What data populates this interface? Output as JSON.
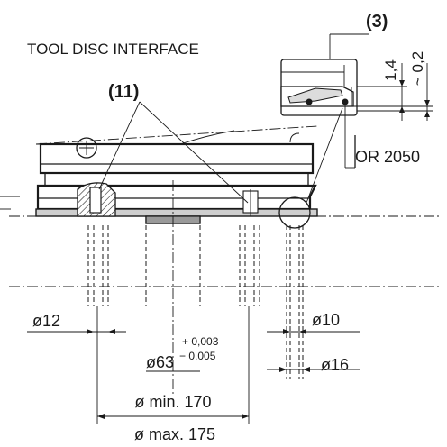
{
  "title": "TOOL DISC INTERFACE",
  "callouts": {
    "detail_ref": "(3)",
    "pin_ref": "(11)",
    "oring": "OR 2050"
  },
  "dimensions": {
    "d12": "ø12",
    "d10": "ø10",
    "d16": "ø16",
    "d63": "ø63",
    "tol_upper": "+ 0,003",
    "tol_lower": "− 0,005",
    "min170": "ø min. 170",
    "max175": "ø max. 175",
    "h14": "1,4",
    "h02": "~ 0,2"
  }
}
